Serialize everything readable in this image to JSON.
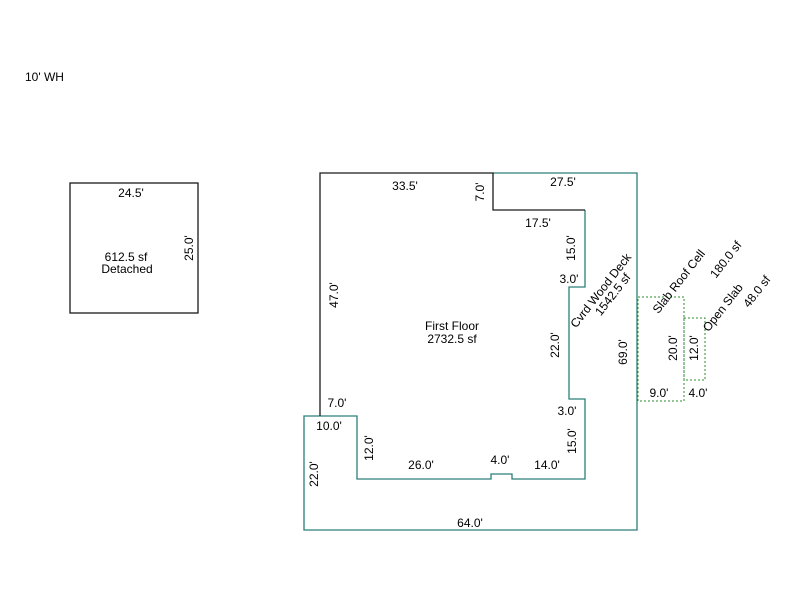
{
  "header_note": "10' WH",
  "colors": {
    "wall": "#1a1a1a",
    "deck": "#2a7f79",
    "slab": "#2e8b2e"
  },
  "detached": {
    "name": "Detached",
    "area": "612.5 sf",
    "dims": {
      "top": "24.5'",
      "right": "25.0'"
    }
  },
  "first_floor": {
    "name": "First Floor",
    "area": "2732.5 sf",
    "dims": {
      "top": "33.5'",
      "notch_v": "7.0'",
      "notch_h": "17.5'",
      "right_upper": "15.0'",
      "step_upper": "3.0'",
      "right_mid": "22.0'",
      "step_lower": "3.0'",
      "right_lower": "15.0'",
      "bottom_right": "14.0'",
      "bump": "4.0'",
      "bottom_mid": "26.0'",
      "left_lower": "12.0'",
      "step_left": "7.0'",
      "left": "47.0'"
    }
  },
  "deck": {
    "name": "Cvrd Wood Deck",
    "area": "1542.5 sf",
    "dims": {
      "top": "27.5'",
      "right": "69.0'",
      "bottom": "64.0'",
      "left": "22.0'",
      "left_step": "10.0'"
    }
  },
  "slab_roof": {
    "name": "Slab Roof Cell",
    "area": "180.0 sf",
    "dims": {
      "height": "20.0'",
      "width": "9.0'"
    }
  },
  "open_slab": {
    "name": "Open Slab",
    "area": "48.0 sf",
    "dims": {
      "height": "12.0'",
      "width": "4.0'"
    }
  }
}
